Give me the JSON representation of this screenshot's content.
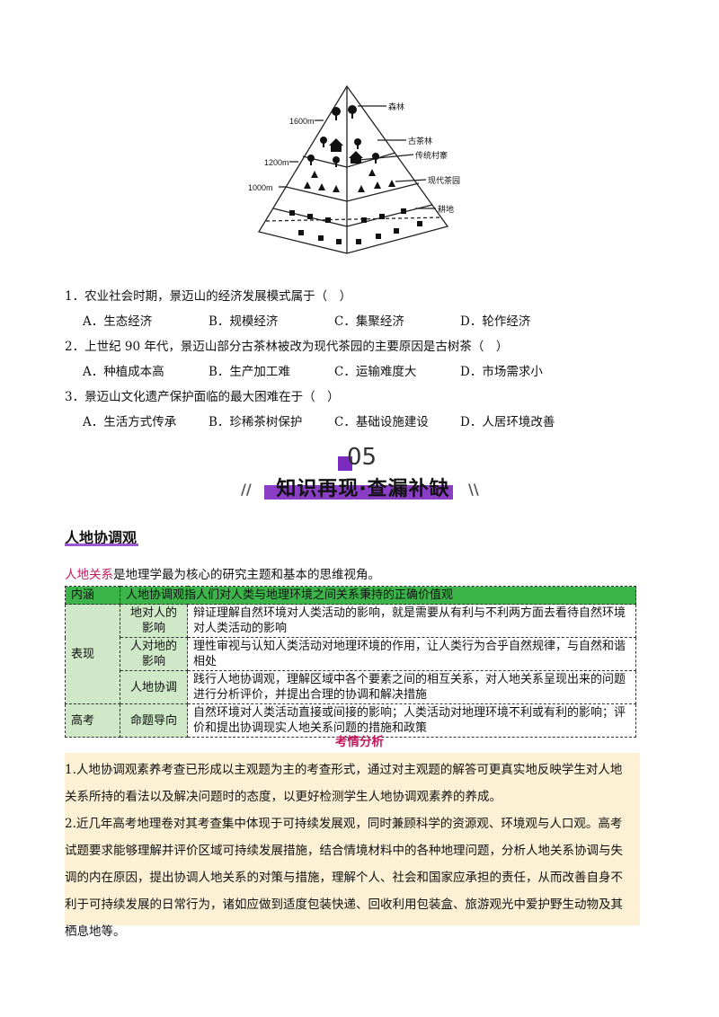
{
  "diagram": {
    "elevations": [
      "1600m",
      "1200m",
      "1000m"
    ],
    "zone_labels": [
      "森林",
      "古茶林",
      "传统村寨",
      "现代茶园",
      "耕地"
    ]
  },
  "questions": [
    {
      "stem": "1．农业社会时期，景迈山的经济发展模式属于（　）",
      "options": [
        "A．生态经济",
        "B．规模经济",
        "C．集聚经济",
        "D．轮作经济"
      ]
    },
    {
      "stem": "2．上世纪 90 年代，景迈山部分古茶林被改为现代茶园的主要原因是古树茶（　）",
      "options": [
        "A．种植成本高",
        "B．生产加工难",
        "C．运输难度大",
        "D．市场需求小"
      ]
    },
    {
      "stem": "3．景迈山文化遗产保护面临的最大困难在于（　）",
      "options": [
        "A．生活方式传承",
        "B．珍稀茶树保护",
        "C．基础设施建设",
        "D．人居环境改善"
      ]
    }
  ],
  "banner": {
    "number": "05",
    "title": "知识再现·查漏补缺",
    "slash_left": "//",
    "slash_right": "\\\\"
  },
  "section": {
    "title": "人地协调观",
    "intro_keyword": "人地关系",
    "intro_rest": "是地理学最为核心的研究主题和基本的思维视角。"
  },
  "table": {
    "head_label": "内涵",
    "head_text": "人地协调观指人们对人类与地理环境之间关系秉持的正确价值观",
    "group1": "表现",
    "rows": [
      {
        "label": "地对人的影响",
        "text": "辩证理解自然环境对人类活动的影响，就是需要从有利与不利两方面去看待自然环境对人类活动的影响"
      },
      {
        "label": "人对地的影响",
        "text": "理性审视与认知人类活动对地理环境的作用，让人类行为合乎自然规律，与自然和谐相处"
      },
      {
        "label": "人地协调",
        "text": "践行人地协调观，理解区域中各个要素之间的相互关系，对人地关系呈现出来的问题进行分析评价，并提出合理的协调和解决措施"
      }
    ],
    "group2": "高考",
    "exam_label": "命题导向",
    "exam_text": "自然环境对人类活动直接或间接的影响；人类活动对地理环境不利或有利的影响；评价和提出协调现实人地关系问题的措施和政策"
  },
  "analysis": {
    "title": "考情分析",
    "p1": "1.人地协调观素养考查已形成以主观题为主的考查形式，通过对主观题的解答可更真实地反映学生对人地关系所持的看法以及解决问题时的态度，以更好检测学生人地协调观素养的养成。",
    "p2": "2.近几年高考地理卷对其考查集中体现于可持续发展观，同时兼顾科学的资源观、环境观与人口观。高考试题要求能够理解并评价区域可持续发展措施，结合情境材料中的各种地理问题，分析人地关系协调与失调的内在原因，提出协调人地关系的对策与措施，理解个人、社会和国家应承担的责任，从而改善自身不利于可持续发展的日常行为，诸如应做到适度包装快递、回收利用包装盒、旅游观光中爱护野生动物及其栖息地等。"
  },
  "colors": {
    "accent_purple": "#8a3ec6",
    "header_green": "#3bb54a",
    "cell_green": "#cfe9c8",
    "keyword_red": "#c2185b",
    "box_yellow": "#fcf1d5"
  }
}
